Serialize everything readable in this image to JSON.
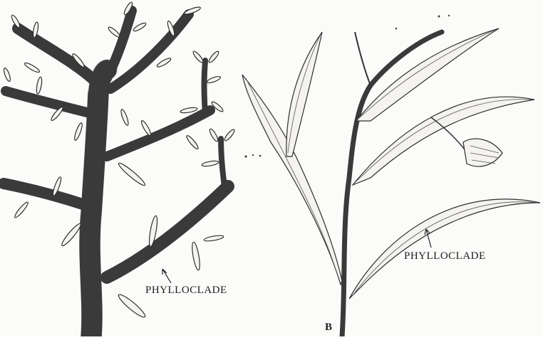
{
  "figure": {
    "labels": {
      "left_phylloclade": "PHYLLOCLADE",
      "right_phylloclade": "PHYLLOCLADE",
      "panel_b": "B"
    },
    "colors": {
      "ink": "#2e2e2e",
      "stem_fill": "#d9d7d0",
      "paper": "#fbfbfa"
    }
  }
}
